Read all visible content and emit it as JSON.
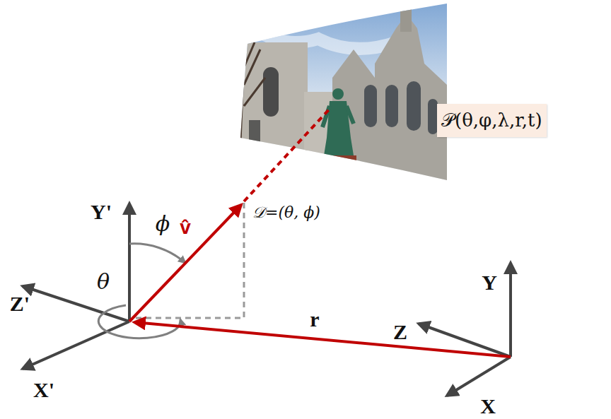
{
  "diagram": {
    "nodes": [
      {
        "text": [
          "𝒫(θ,φ,λ,r,t)"
        ]
      }
    ],
    "labels": [
      "𝒟=(θ, ϕ)",
      "Y'",
      "v̂",
      "ϕ",
      "θ",
      "Z'",
      "r",
      "Y",
      "Z",
      "X'",
      "X"
    ]
  }
}
